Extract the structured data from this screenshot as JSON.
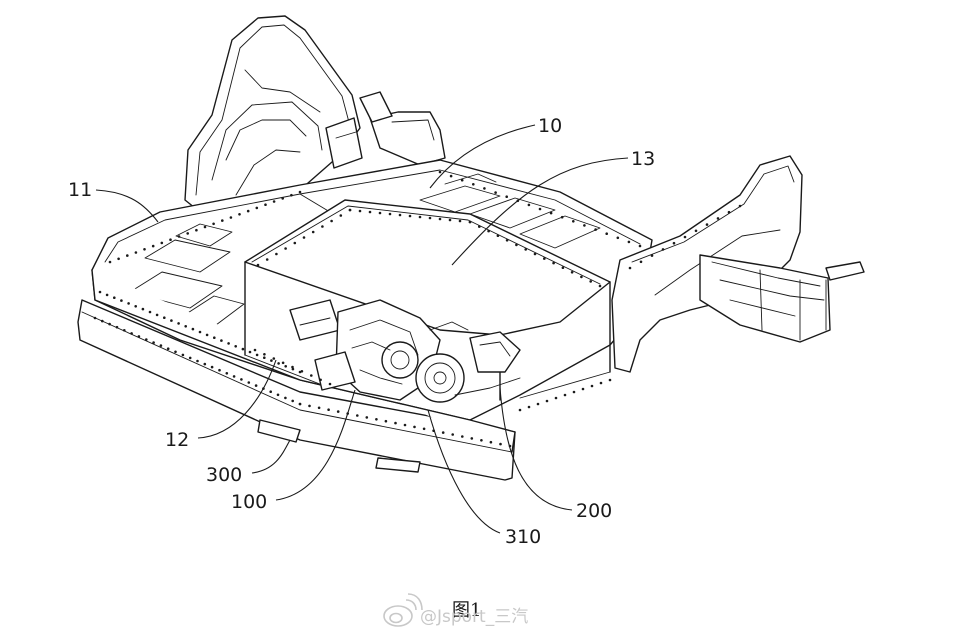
{
  "callouts": [
    {
      "id": "c10",
      "label": "10"
    },
    {
      "id": "c13",
      "label": "13"
    },
    {
      "id": "c11",
      "label": "11"
    },
    {
      "id": "c12",
      "label": "12"
    },
    {
      "id": "c300",
      "label": "300"
    },
    {
      "id": "c100",
      "label": "100"
    },
    {
      "id": "c310",
      "label": "310"
    },
    {
      "id": "c200",
      "label": "200"
    }
  ],
  "caption": "图1",
  "watermark": {
    "text": "@Jsport_三汽",
    "icon": "weibo-icon"
  },
  "colors": {
    "line": "#1a1a1a",
    "background": "#ffffff",
    "watermark": "#c8c8c8"
  }
}
